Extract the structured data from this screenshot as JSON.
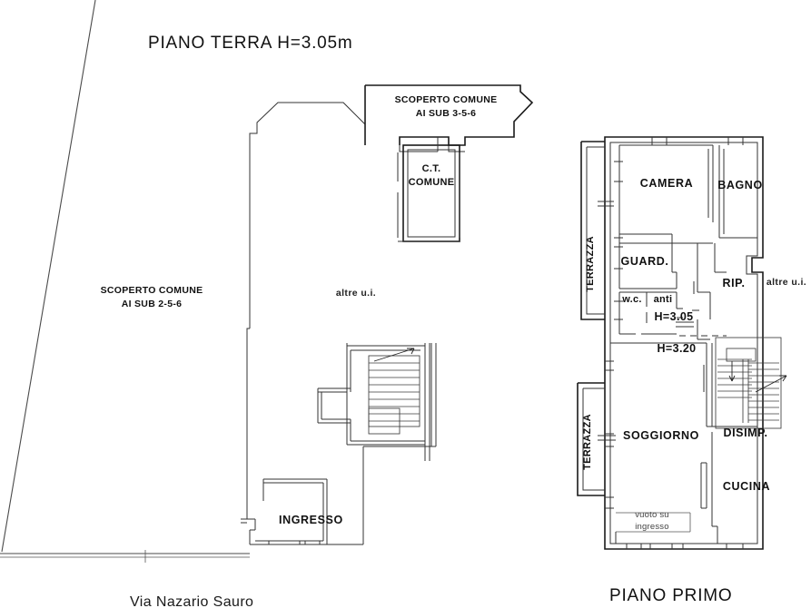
{
  "document": {
    "type": "architectural-floor-plan",
    "sheet_background": "#ffffff",
    "line_color": "#1a1a1a"
  },
  "ground_floor": {
    "title": "PIANO TERRA  H=3.05m",
    "courtyard_upper": {
      "line1": "SCOPERTO COMUNE",
      "line2": "AI SUB 3-5-6"
    },
    "courtyard_left": {
      "line1": "SCOPERTO COMUNE",
      "line2": "AI SUB 2-5-6"
    },
    "technical_room": {
      "line1": "C.T.",
      "line2": "COMUNE"
    },
    "other_units": "altre u.i.",
    "entrance": "INGRESSO",
    "street": "Via Nazario Sauro"
  },
  "first_floor": {
    "title": "PIANO PRIMO",
    "rooms": [
      {
        "name": "CAMERA"
      },
      {
        "name": "BAGNO"
      },
      {
        "name": "GUARD."
      },
      {
        "name": "RIP."
      },
      {
        "name": "w.c."
      },
      {
        "name": "anti"
      },
      {
        "name": "SOGGIORNO"
      },
      {
        "name": "DISIMP."
      },
      {
        "name": "CUCINA"
      }
    ],
    "terrace_upper": "TERRAZZA",
    "terrace_lower": "TERRAZZA",
    "heights": {
      "upper": "H=3.05",
      "lower": "H=3.20"
    },
    "void_label": {
      "line1": "vuoto su",
      "line2": "ingresso"
    },
    "other_units": "altre u.i."
  }
}
